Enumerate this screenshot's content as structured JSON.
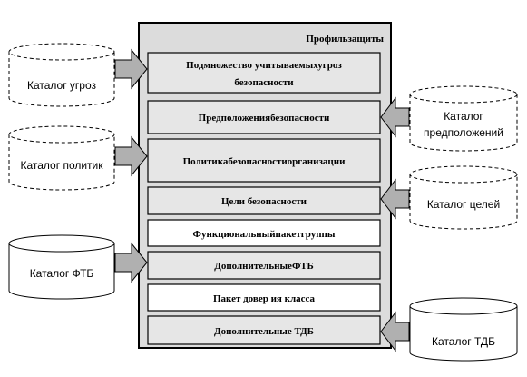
{
  "profile": {
    "title": "Профильзащиты",
    "sections": [
      {
        "lines": [
          "Подмножество учитываемыхугроз",
          "безопасности"
        ],
        "shaded": true
      },
      {
        "lines": [
          "Предположениябезопасности"
        ],
        "shaded": true
      },
      {
        "lines": [
          "Политикабезопасностиорганизации"
        ],
        "shaded": true
      },
      {
        "lines": [
          "Цели безопасности"
        ],
        "shaded": true
      },
      {
        "lines": [
          "Функциональныйпакетгруппы"
        ],
        "shaded": false
      },
      {
        "lines": [
          "ДополнительныеФТБ"
        ],
        "shaded": true
      },
      {
        "lines": [
          "Пакет довер ия класса"
        ],
        "shaded": false
      },
      {
        "lines": [
          "Дополнительные ТДБ"
        ],
        "shaded": true
      }
    ]
  },
  "catalogs": {
    "threats": {
      "lines": [
        "Каталог угроз"
      ],
      "dashed": true
    },
    "policies": {
      "lines": [
        "Каталог политик"
      ],
      "dashed": true
    },
    "ftb": {
      "lines": [
        "Каталог ФТБ"
      ],
      "dashed": false
    },
    "assumptions": {
      "lines": [
        "Каталог",
        "предположений"
      ],
      "dashed": true
    },
    "goals": {
      "lines": [
        "Каталог целей"
      ],
      "dashed": true
    },
    "tdb": {
      "lines": [
        "Каталог ТДБ"
      ],
      "dashed": false
    }
  },
  "colors": {
    "outer_box": "#dcdcdc",
    "shaded_section": "#e6e6e6",
    "white_section": "#ffffff",
    "arrow": "#b0b0b0",
    "stroke": "#000000"
  }
}
